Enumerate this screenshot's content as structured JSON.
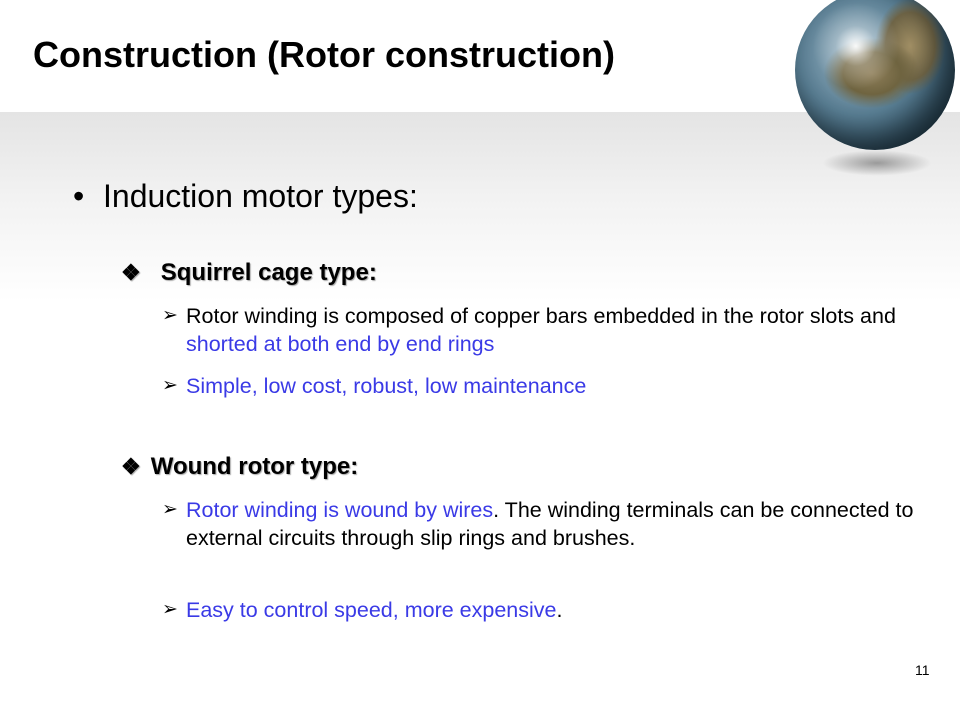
{
  "slide": {
    "title": "Construction (Rotor construction)",
    "page_number": "11"
  },
  "bullet": {
    "symbol": "•",
    "text": "Induction motor types:"
  },
  "sections": [
    {
      "symbol": "❖",
      "heading": "Squirrel cage type:",
      "items": [
        {
          "arrow": "➢",
          "black_1": "Rotor winding is composed of copper bars embedded in the rotor slots and ",
          "blue_1": "shorted at both end by end rings"
        },
        {
          "arrow": "➢",
          "blue_1": "Simple, low cost, robust, low maintenance"
        }
      ]
    },
    {
      "symbol": "❖",
      "heading": "Wound rotor type:",
      "items": [
        {
          "arrow": "➢",
          "blue_1": "Rotor winding is wound by wires",
          "black_1": ". The winding terminals can be connected to external circuits through slip rings and brushes."
        },
        {
          "arrow": "➢",
          "blue_1": "Easy to control speed, more expensive",
          "black_1": "."
        }
      ]
    }
  ]
}
